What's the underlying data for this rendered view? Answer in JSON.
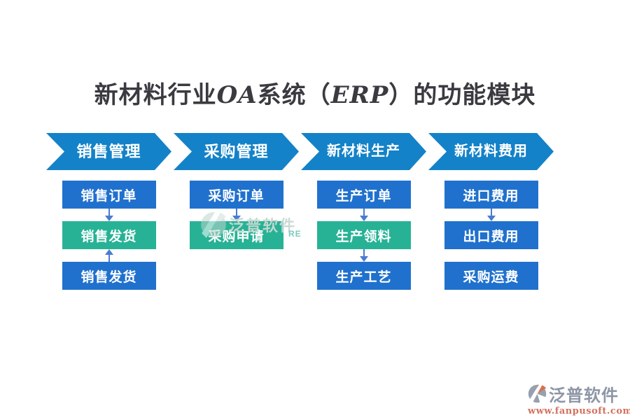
{
  "title": {
    "part1": "新材料行业",
    "part2": "OA",
    "part3": "系统（",
    "part4": "ERP",
    "part5": "）的功能模块",
    "full": "新材料行业OA系统（ERP）的功能模块"
  },
  "colors": {
    "banner_blue": "#1482c8",
    "box_blue": "#2071cd",
    "box_green": "#27b295",
    "arrow_blue": "#4a7bd0",
    "title_color": "#3a3a40",
    "logo_gray": "#8d96a6",
    "logo_orange": "#d8724f",
    "url_red": "#d4715f",
    "watermark_color": "#c9d9d4"
  },
  "columns": [
    {
      "title": "销售管理",
      "boxes": [
        {
          "label": "销售订单",
          "color": "blue"
        },
        {
          "label": "销售发货",
          "color": "green"
        },
        {
          "label": "销售发货",
          "color": "blue"
        }
      ],
      "connectors": [
        "down",
        "up"
      ]
    },
    {
      "title": "采购管理",
      "boxes": [
        {
          "label": "采购订单",
          "color": "blue"
        },
        {
          "label": "采购申请",
          "color": "green"
        }
      ],
      "connectors": [
        "down"
      ]
    },
    {
      "title": "新材料生产",
      "boxes": [
        {
          "label": "生产订单",
          "color": "blue"
        },
        {
          "label": "生产领料",
          "color": "green"
        },
        {
          "label": "生产工艺",
          "color": "blue"
        }
      ],
      "connectors": [
        "down",
        "down"
      ]
    },
    {
      "title": "新材料费用",
      "boxes": [
        {
          "label": "进口费用",
          "color": "blue"
        },
        {
          "label": "出口费用",
          "color": "blue"
        },
        {
          "label": "采购运费",
          "color": "blue"
        }
      ],
      "connectors": [
        "down",
        "none"
      ]
    }
  ],
  "watermark": {
    "text": "泛普软件",
    "suffix": "RE"
  },
  "logo": {
    "name": "泛普软件",
    "url": "www.fanpusoft.com"
  }
}
